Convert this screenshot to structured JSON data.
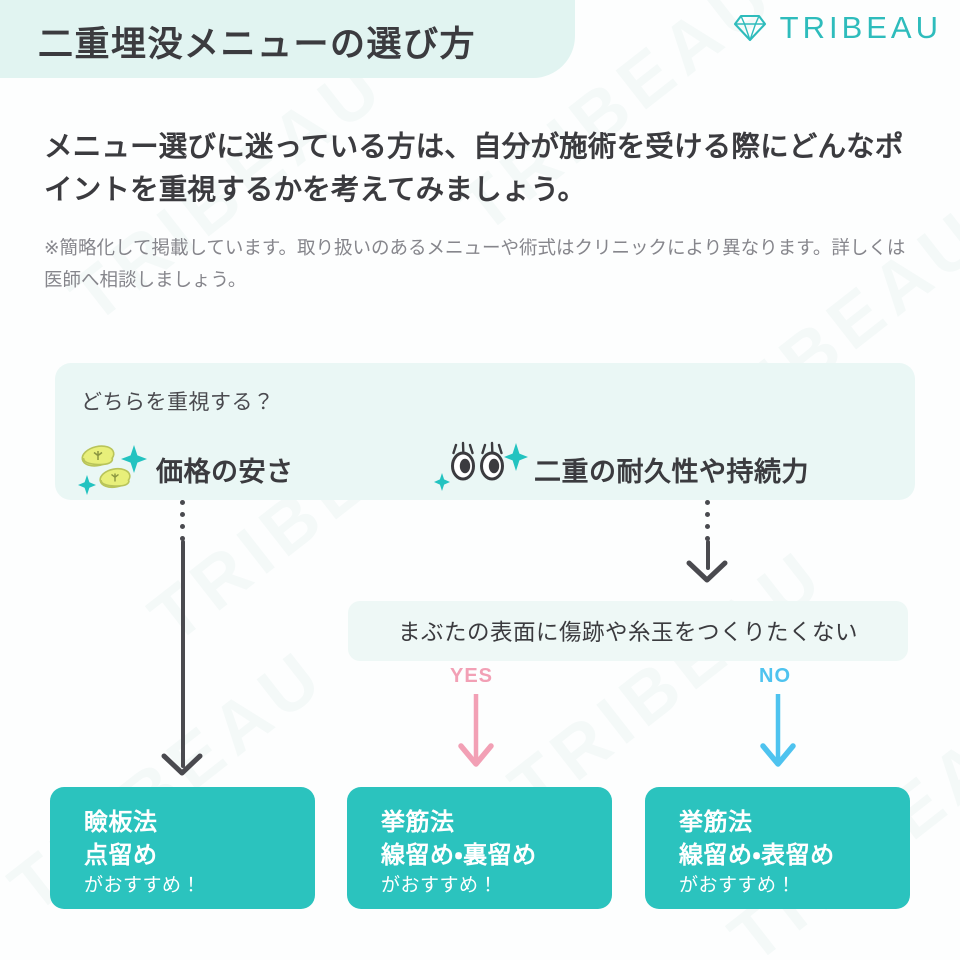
{
  "header": {
    "title": "二重埋没メニューの選び方",
    "brand": "TRIBEAU",
    "brand_icon": "diamond-icon",
    "banner_color": "#e1f4f1",
    "brand_color": "#2ebcbc"
  },
  "intro": {
    "lead": "メニュー選びに迷っている方は、自分が施術を受ける際にどんなポイントを重視するかを考えてみましょう。",
    "note": "※簡略化して掲載しています。取り扱いのあるメニューや術式はクリニックにより異なります。詳しくは医師へ相談しましょう。"
  },
  "question": {
    "title": "どちらを重視する？",
    "options": [
      {
        "icon": "coins-sparkle-icon",
        "label": "価格の安さ"
      },
      {
        "icon": "eyes-sparkle-icon",
        "label": "二重の耐久性や持続力"
      }
    ]
  },
  "decision": {
    "text": "まぶたの表面に傷跡や糸玉をつくりたくない",
    "yes_label": "YES",
    "no_label": "NO",
    "yes_color": "#f2a0b5",
    "no_color": "#4ec3ef"
  },
  "results": [
    {
      "line1": "瞼板法",
      "line2": "点留め",
      "line3": "がおすすめ！"
    },
    {
      "line1": "挙筋法",
      "line2": "線留め・裏留め",
      "line3": "がおすすめ！"
    },
    {
      "line1": "挙筋法",
      "line2": "線留め・表留め",
      "line3": "がおすすめ！"
    }
  ],
  "theme": {
    "accent": "#2bc3be",
    "panel": "#eaf7f5",
    "text_dark": "#3b3b3f",
    "text_muted": "#86868c"
  },
  "watermark": {
    "text": "TRIBEAU"
  }
}
